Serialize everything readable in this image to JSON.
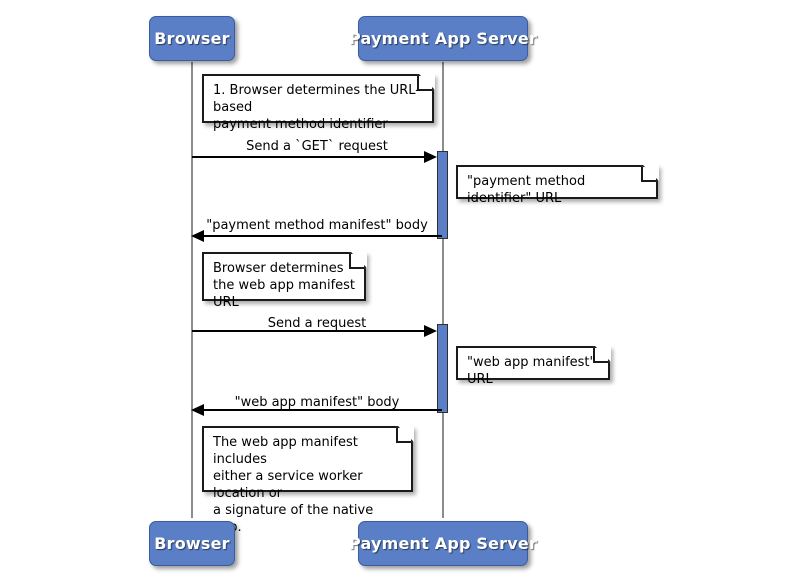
{
  "diagram": {
    "type": "uml-sequence-diagram",
    "background_color": "#ffffff",
    "accent_color": "#5b7fc7",
    "lifeline_color": "#8c8c8c"
  },
  "participants": [
    {
      "id": "browser",
      "label": "Browser"
    },
    {
      "id": "payment_app_server",
      "label": "Payment App Server"
    }
  ],
  "participants_bottom": [
    {
      "id": "browser_bottom",
      "label": "Browser"
    },
    {
      "id": "payment_app_server_bottom",
      "label": "Payment App Server"
    }
  ],
  "messages": [
    {
      "id": "m1",
      "label": "Send a `GET` request",
      "from": "browser",
      "to": "payment_app_server",
      "direction": "right"
    },
    {
      "id": "m2",
      "label": "\"payment method manifest\" body",
      "from": "payment_app_server",
      "to": "browser",
      "direction": "left"
    },
    {
      "id": "m3",
      "label": "Send a request",
      "from": "browser",
      "to": "payment_app_server",
      "direction": "right"
    },
    {
      "id": "m4",
      "label": "\"web app manifest\" body",
      "from": "payment_app_server",
      "to": "browser",
      "direction": "left"
    }
  ],
  "notes": [
    {
      "id": "n1",
      "text": "1. Browser determines the URL-based\npayment method identifier",
      "attached_to": "browser"
    },
    {
      "id": "n2",
      "text": "\"payment method identifier\" URL",
      "attached_to": "payment_app_server"
    },
    {
      "id": "n3",
      "text": "Browser determines\nthe web app manifest URL",
      "attached_to": "browser"
    },
    {
      "id": "n4",
      "text": "\"web app manifest\" URL",
      "attached_to": "payment_app_server"
    },
    {
      "id": "n5",
      "text": "The web app manifest includes\neither a service worker location or\na signature of the native app.",
      "attached_to": "browser"
    }
  ],
  "activations": [
    {
      "id": "a1",
      "participant": "payment_app_server"
    },
    {
      "id": "a2",
      "participant": "payment_app_server"
    }
  ]
}
